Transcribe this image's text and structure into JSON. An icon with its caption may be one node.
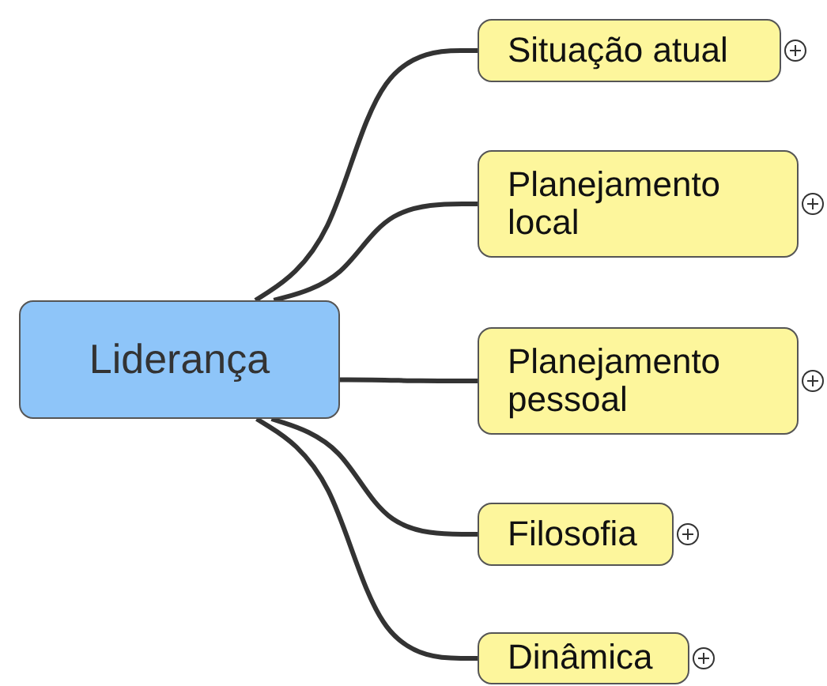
{
  "diagram": {
    "nodes": [
      {
        "text": [
          "Liderança"
        ]
      },
      {
        "text": [
          "Situação atual"
        ]
      },
      {
        "text": [
          "Planejamento local"
        ]
      },
      {
        "text": [
          "Planejamento pessoal"
        ]
      },
      {
        "text": [
          "Filosofia"
        ]
      },
      {
        "text": [
          "Dinâmica"
        ]
      }
    ],
    "edges": [
      {
        "from": 0,
        "to": 1,
        "arrow": "none"
      },
      {
        "from": 0,
        "to": 2,
        "arrow": "none"
      },
      {
        "from": 0,
        "to": 3,
        "arrow": "none"
      },
      {
        "from": 0,
        "to": 4,
        "arrow": "none"
      },
      {
        "from": 0,
        "to": 5,
        "arrow": "none"
      }
    ]
  }
}
